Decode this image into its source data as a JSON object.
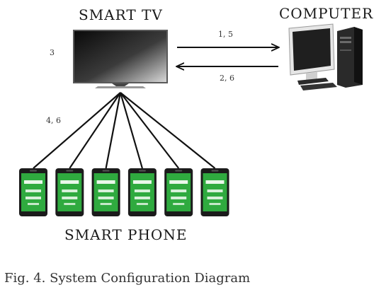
{
  "nodes": {
    "tv": {
      "label": "SMART TV",
      "step": "3"
    },
    "computer": {
      "label": "COMPUTER"
    },
    "phones": {
      "label": "SMART PHONE",
      "count": 6
    }
  },
  "edges": {
    "tv_to_computer": "1, 5",
    "computer_to_tv": "2, 6",
    "tv_to_phones": "4, 6"
  },
  "caption": "Fig. 4. System Configuration Diagram",
  "colors": {
    "phone_screen": "#2faa3f",
    "phone_body": "#1b1b1b",
    "monitor_body": "#e6e6e6",
    "tower": "#2a2a2a",
    "line": "#111111"
  }
}
